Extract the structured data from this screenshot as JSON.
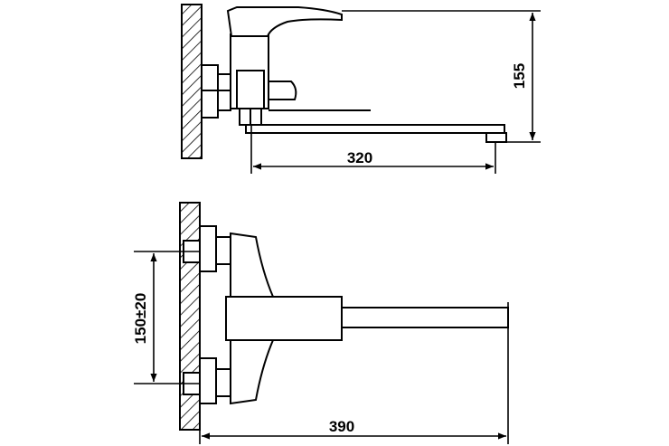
{
  "drawing": {
    "line_color": "#000000",
    "background": "#ffffff",
    "top_view": {
      "dim_spout_length": "320",
      "dim_height": "155"
    },
    "bottom_view": {
      "dim_total_length": "390",
      "dim_center_distance": "150±20"
    }
  }
}
